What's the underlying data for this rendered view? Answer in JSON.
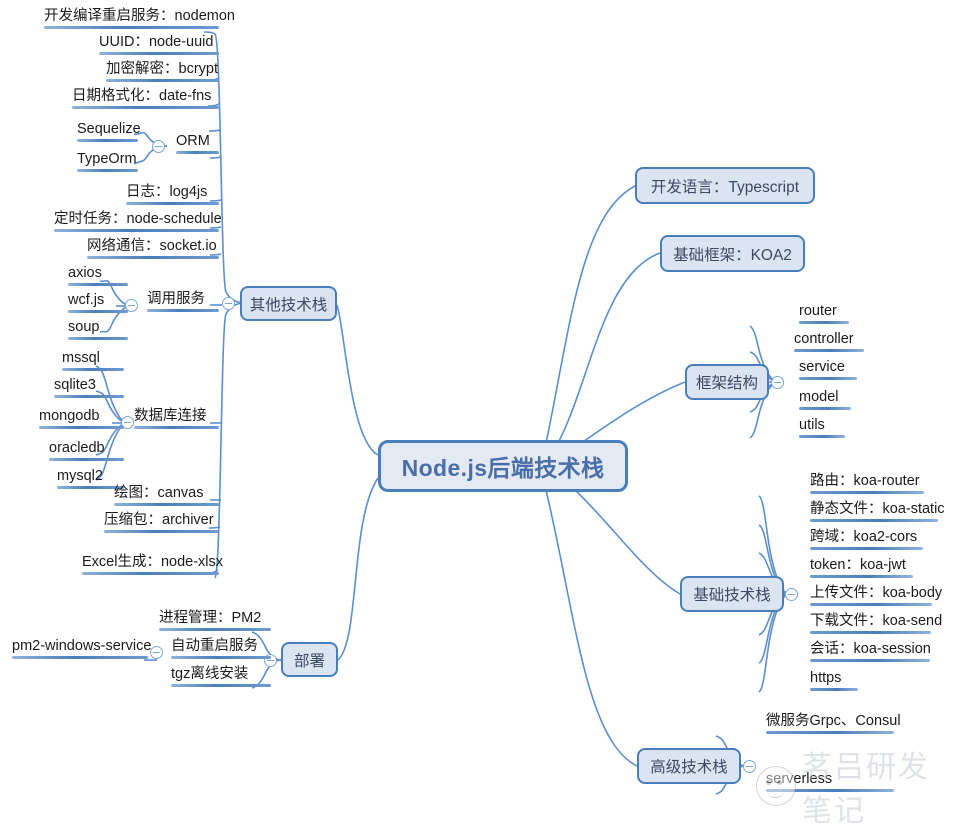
{
  "root": {
    "label": "Node.js后端技术栈"
  },
  "branches": {
    "other_stack": {
      "label": "其他技术栈",
      "leaves_top": [
        {
          "label": "开发编译重启服务：nodemon"
        },
        {
          "label": "UUID：node-uuid"
        },
        {
          "label": "加密解密：bcrypt"
        },
        {
          "label": "日期格式化：date-fns"
        }
      ],
      "orm": {
        "label": "ORM",
        "children": [
          {
            "label": "Sequelize"
          },
          {
            "label": "TypeOrm"
          }
        ]
      },
      "leaves_mid": [
        {
          "label": "日志：log4js"
        },
        {
          "label": "定时任务：node-schedule"
        },
        {
          "label": "网络通信：socket.io"
        }
      ],
      "call_service": {
        "label": "调用服务",
        "children": [
          {
            "label": "axios"
          },
          {
            "label": "wcf.js"
          },
          {
            "label": "soup"
          }
        ]
      },
      "db_connect": {
        "label": "数据库连接",
        "children": [
          {
            "label": "mssql"
          },
          {
            "label": "sqlite3"
          },
          {
            "label": "mongodb"
          },
          {
            "label": "oracledb"
          },
          {
            "label": "mysql2"
          }
        ]
      },
      "leaves_bottom": [
        {
          "label": "绘图：canvas"
        },
        {
          "label": "压缩包：archiver"
        },
        {
          "label": "Excel生成：node-xlsx"
        }
      ]
    },
    "deploy": {
      "label": "部署",
      "children": [
        {
          "label": "进程管理：PM2"
        },
        {
          "label": "自动重启服务"
        },
        {
          "label": "tgz离线安装"
        }
      ],
      "restart_child": {
        "label": "pm2-windows-service"
      }
    },
    "dev_language": {
      "label": "开发语言：Typescript"
    },
    "base_framework": {
      "label": "基础框架：KOA2"
    },
    "framework_structure": {
      "label": "框架结构",
      "children": [
        {
          "label": "router"
        },
        {
          "label": "controller"
        },
        {
          "label": "service"
        },
        {
          "label": "model"
        },
        {
          "label": "utils"
        }
      ]
    },
    "base_stack": {
      "label": "基础技术栈",
      "children": [
        {
          "label": "路由：koa-router"
        },
        {
          "label": "静态文件：koa-static"
        },
        {
          "label": "跨域：koa2-cors"
        },
        {
          "label": "token：koa-jwt"
        },
        {
          "label": "上传文件：koa-body"
        },
        {
          "label": "下载文件：koa-send"
        },
        {
          "label": "会话：koa-session"
        },
        {
          "label": "https"
        }
      ]
    },
    "advanced_stack": {
      "label": "高级技术栈",
      "children": [
        {
          "label": "微服务Grpc、Consul"
        },
        {
          "label": "serverless"
        }
      ]
    }
  },
  "watermark": {
    "text": "茗吕研发笔记",
    "logo_icon": "smiley-circle-icon"
  },
  "colors": {
    "link": "#5b8fd0",
    "node_fill": "#dbe5f1",
    "node_border": "#4a7ebb",
    "root_text": "#4a6ea8",
    "leaf_text": "#1b1b1b"
  }
}
